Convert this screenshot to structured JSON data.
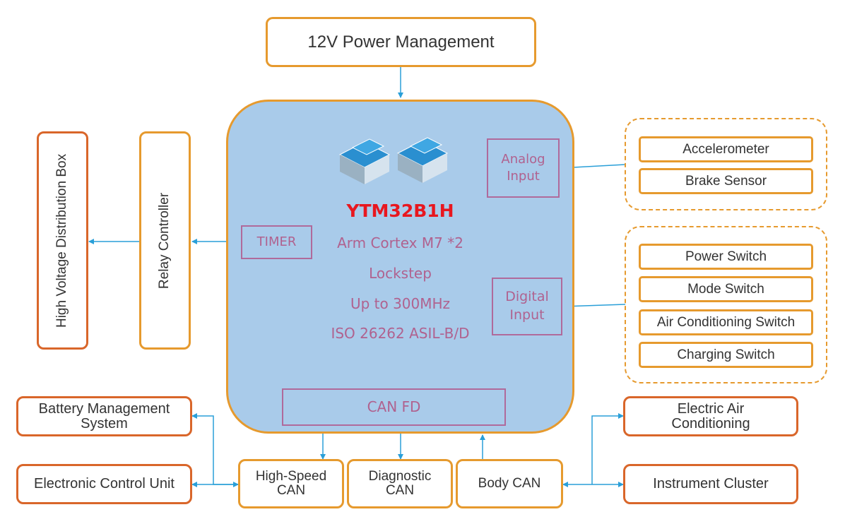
{
  "power": "12V Power Management",
  "mcu": {
    "name": "YTM32B1H",
    "specs": [
      "Arm Cortex M7 *2",
      "Lockstep",
      "Up to 300MHz",
      "ISO 26262 ASIL-B/D"
    ],
    "analog": "Analog Input",
    "digital": "Digital Input",
    "timer": "TIMER",
    "canfd": "CAN FD"
  },
  "left": {
    "hv_box": "High Voltage Distribution Box",
    "relay": "Relay Controller"
  },
  "analog_inputs": [
    "Accelerometer",
    "Brake Sensor"
  ],
  "digital_inputs": [
    "Power Switch",
    "Mode Switch",
    "Air Conditioning Switch",
    "Charging Switch"
  ],
  "can_buses": [
    "High-Speed CAN",
    "Diagnostic CAN",
    "Body CAN"
  ],
  "left_nodes": [
    "Battery Management System",
    "Electronic Control Unit"
  ],
  "right_nodes": [
    "Electric Air Conditioning",
    "Instrument Cluster"
  ],
  "colors": {
    "accent": "#e69a2e",
    "dark_border": "#d9662a",
    "mcu_fill": "#a9cbea",
    "text_pink": "#b0628f",
    "chip_name": "#e8171f",
    "arrow": "#2a9fd8"
  }
}
